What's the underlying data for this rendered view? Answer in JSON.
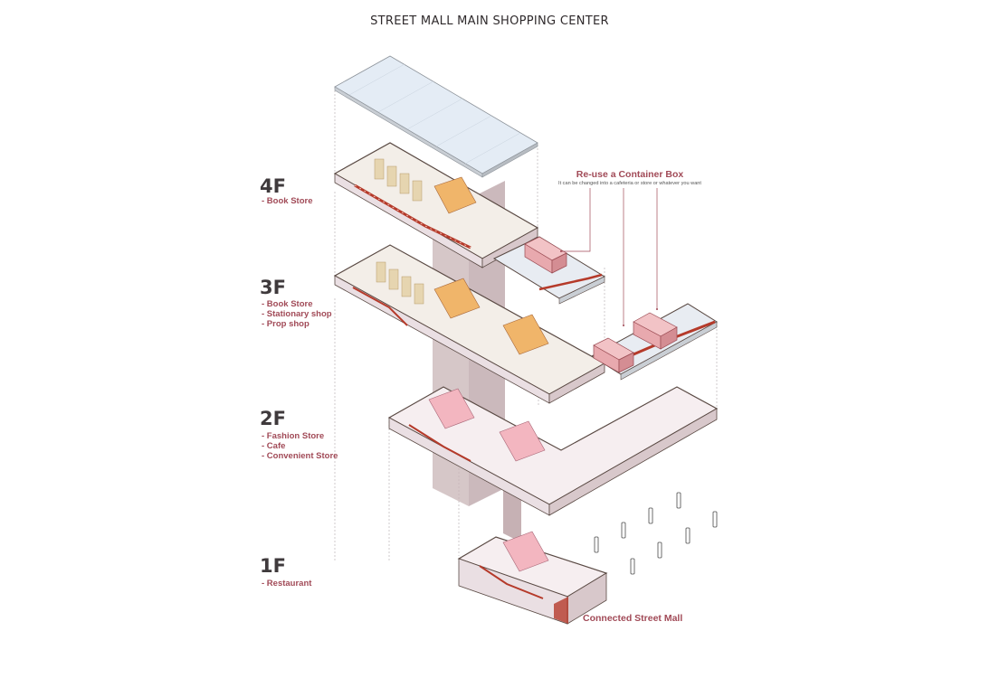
{
  "title": "STREET MALL MAIN SHOPPING CENTER",
  "floors": [
    {
      "label": "4F",
      "uses": [
        "- Book Store"
      ]
    },
    {
      "label": "3F",
      "uses": [
        "- Book Store",
        "- Stationary shop",
        "- Prop shop"
      ]
    },
    {
      "label": "2F",
      "uses": [
        "- Fashion Store",
        "- Cafe",
        "- Convenient Store"
      ]
    },
    {
      "label": "1F",
      "uses": [
        "- Restaurant"
      ]
    }
  ],
  "callouts": {
    "container_title": "Re-use a Container Box",
    "container_sub": "It can be changed into a cafeteria or store or whatever you want",
    "street_mall": "Connected Street Mall"
  },
  "colors": {
    "accent": "#a14a57",
    "floor_red": "#b53a2a",
    "container_pink": "#e8a9ae",
    "core_gray": "#c8b4b6",
    "wood": "#d9b87e"
  }
}
